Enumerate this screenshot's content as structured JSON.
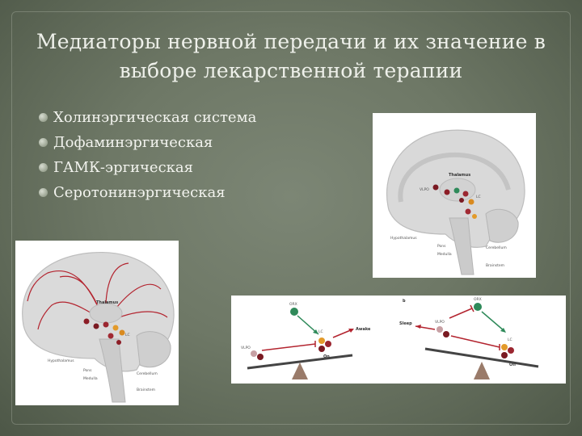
{
  "slide": {
    "title_line1": "Медиаторы нервной передачи и их значение в",
    "title_line2": "выборе лекарственной терапии",
    "bullets": [
      "Холинэргическая система",
      "Дофаминэргическая",
      "ГАМК-эргическая",
      "Серотонинэргическая"
    ]
  },
  "figure_top_right": {
    "labels": {
      "thalamus": "Thalamus",
      "hypothalamus": "Hypothalamus",
      "pons": "Pons",
      "medulla": "Medulla",
      "cerebellum": "Cerebellum",
      "brainstem": "Brainstem",
      "vlpo": "VLPO",
      "lc": "LC"
    }
  },
  "figure_left": {
    "labels": {
      "thalamus": "Thalamus",
      "hypothalamus": "Hypothalamus",
      "pons": "Pons",
      "medulla": "Medulla",
      "cerebellum": "Cerebellum",
      "brainstem": "Brainstem",
      "lc": "LC"
    }
  },
  "figure_bottom": {
    "panel_b_letter": "b",
    "labels": {
      "orx": "ORX",
      "awake": "Awake",
      "on": "On",
      "sleep": "Sleep",
      "off": "Off",
      "vlpo": "VLPO",
      "lc": "LC"
    }
  }
}
